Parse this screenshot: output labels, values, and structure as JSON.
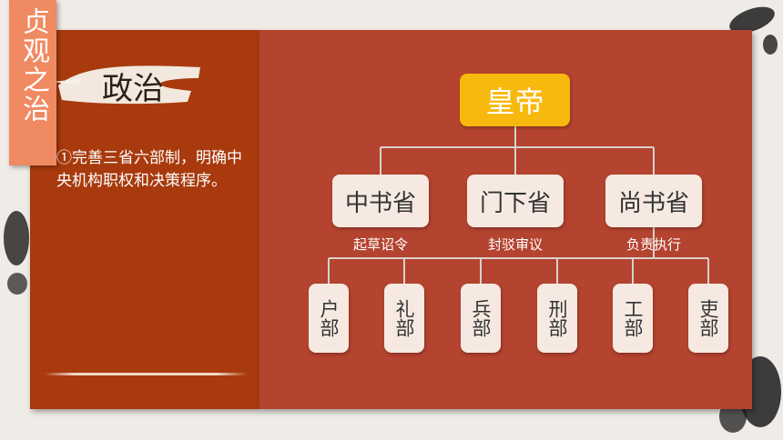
{
  "page": {
    "title": "贞观之治",
    "section_title": "政治",
    "point": "①完善三省六部制，明确中央机构职权和决策程序。"
  },
  "diagram": {
    "root": "皇帝",
    "provinces": [
      {
        "name": "中书省",
        "role": "起草诏令"
      },
      {
        "name": "门下省",
        "role": "封驳审议"
      },
      {
        "name": "尚书省",
        "role": "负责执行"
      }
    ],
    "departments": [
      "户部",
      "礼部",
      "兵部",
      "刑部",
      "工部",
      "吏部"
    ]
  },
  "colors": {
    "left_panel": "#a83a0d",
    "right_panel": "#b4432f",
    "title_tab": "#f08a62",
    "root_box": "#f7b90d",
    "node_box": "#f6e9e1"
  }
}
